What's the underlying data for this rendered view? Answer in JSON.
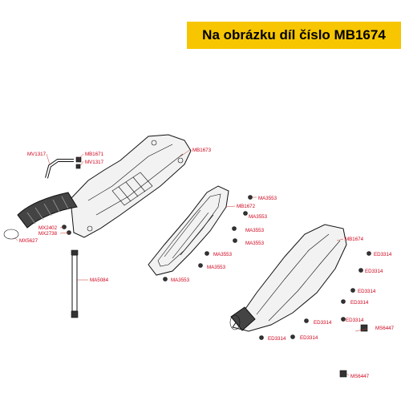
{
  "banner": {
    "title": "Na obrázku díl číslo MB1674"
  },
  "callouts": [
    {
      "id": "c1",
      "text": "MV1317"
    },
    {
      "id": "c2",
      "text": "MB1671"
    },
    {
      "id": "c3",
      "text": "MV1317"
    },
    {
      "id": "c4",
      "text": "MB1673"
    },
    {
      "id": "c5",
      "text": "MA3553"
    },
    {
      "id": "c6",
      "text": "MB1672"
    },
    {
      "id": "c7",
      "text": "MA3553"
    },
    {
      "id": "c8",
      "text": "MA3553"
    },
    {
      "id": "c9",
      "text": "MA3553"
    },
    {
      "id": "c10",
      "text": "MA3553"
    },
    {
      "id": "c11",
      "text": "MA3553"
    },
    {
      "id": "c12",
      "text": "MA3553"
    },
    {
      "id": "c13",
      "text": "MX2402"
    },
    {
      "id": "c14",
      "text": "MX2738"
    },
    {
      "id": "c15",
      "text": "MX5627"
    },
    {
      "id": "c16",
      "text": "MA5084"
    },
    {
      "id": "c17",
      "text": "MB1674"
    },
    {
      "id": "c18",
      "text": "ED3314"
    },
    {
      "id": "c19",
      "text": "ED3314"
    },
    {
      "id": "c20",
      "text": "ED3314"
    },
    {
      "id": "c21",
      "text": "ED3314"
    },
    {
      "id": "c22",
      "text": "ED3314"
    },
    {
      "id": "c23",
      "text": "ED3314"
    },
    {
      "id": "c24",
      "text": "ED3314"
    },
    {
      "id": "c25",
      "text": "ED3314"
    },
    {
      "id": "c26",
      "text": "MS6447"
    },
    {
      "id": "c27",
      "text": "MS6447"
    }
  ]
}
